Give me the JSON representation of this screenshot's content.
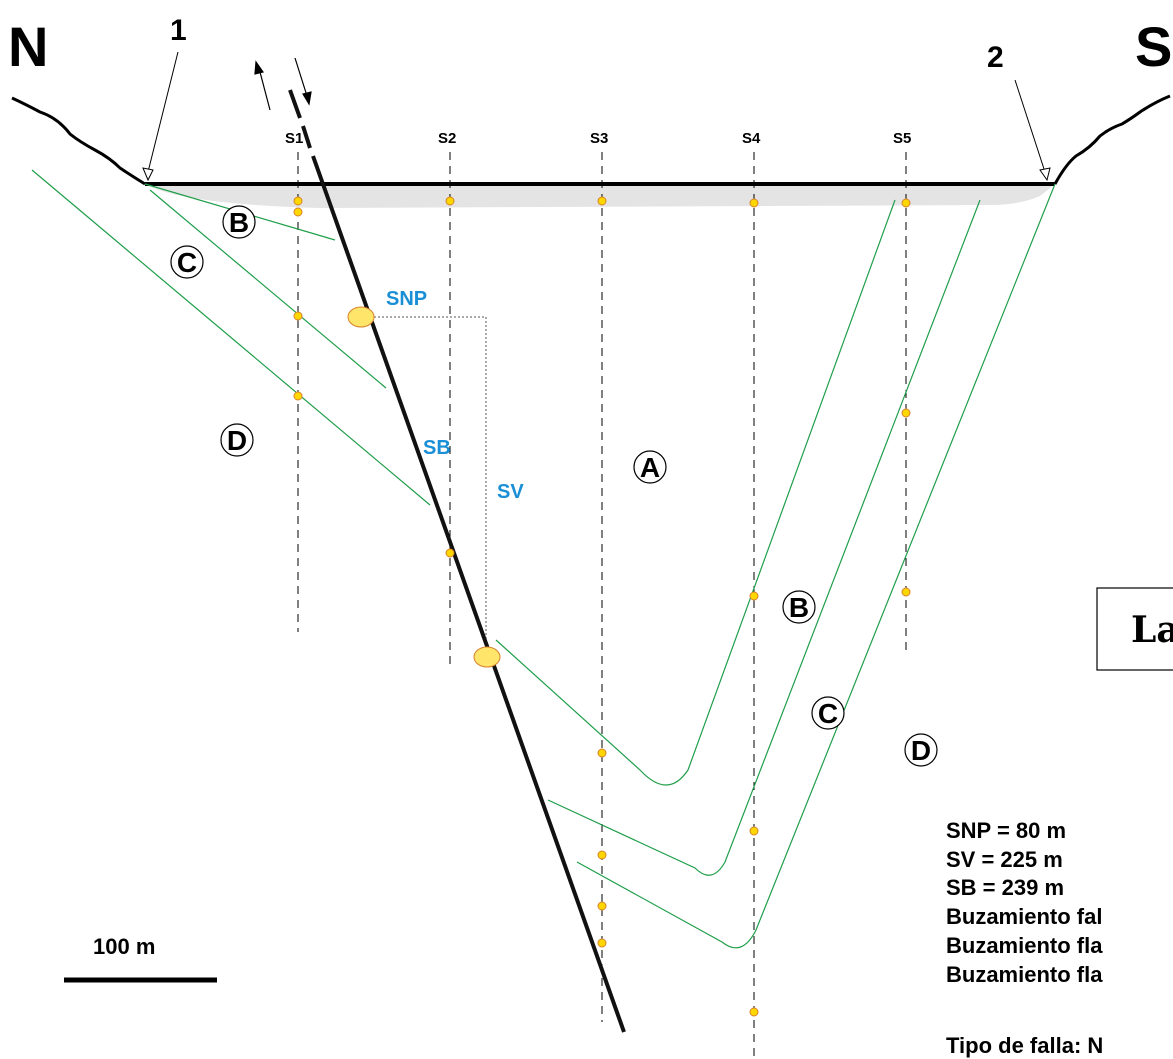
{
  "compass": {
    "north": "N",
    "south": "S"
  },
  "callouts": {
    "left": "1",
    "right": "2"
  },
  "wells": [
    "S1",
    "S2",
    "S3",
    "S4",
    "S5"
  ],
  "units": {
    "A": "A",
    "B": "B",
    "C": "C",
    "D": "D"
  },
  "measurements": {
    "snp": "SNP",
    "sb": "SB",
    "sv": "SV"
  },
  "scale_bar": {
    "label": "100 m"
  },
  "title_box": {
    "text": "La"
  },
  "results": [
    "SNP = 80 m",
    "SV = 225 m",
    "SB = 239 m",
    "Buzamiento fal",
    "Buzamiento fla",
    "Buzamiento fla",
    "Tipo de falla: N"
  ],
  "colors": {
    "fault": "#111111",
    "contact": "#1f9e4a",
    "measure": "#1a8fd6",
    "point_fill": "#ffd700",
    "point_stroke": "#d9822b",
    "big_point_fill": "#ffe66b",
    "lake": "#e4e4e4"
  }
}
